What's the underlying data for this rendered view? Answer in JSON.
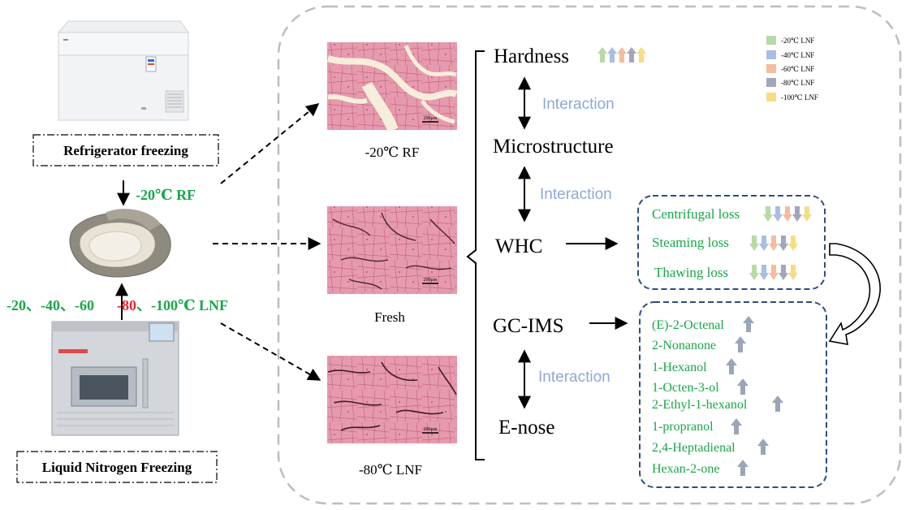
{
  "colors": {
    "green": "#1aa64a",
    "red": "#e8232b",
    "interaction": "#8ea9d6",
    "box_border": "#2f4d7e",
    "dash_gray": "#bdbdbd",
    "arrow_gray": "#9aa5b8"
  },
  "left": {
    "refrigerator_label": "Refrigerator freezing",
    "rf_temp": "-20℃ RF",
    "lnf_green_temps": "-20、-40、-60",
    "lnf_red_temps": "-80",
    "lnf_rest": "、-100℃ LNF",
    "lnf_label": "Liquid Nitrogen Freezing"
  },
  "micrographs": [
    {
      "name": "micrograph-rf",
      "label": "-20℃ RF",
      "scale": "200μm"
    },
    {
      "name": "micrograph-fresh",
      "label": "Fresh",
      "scale": "200μm"
    },
    {
      "name": "micrograph-lnf",
      "label": "-80℃ LNF",
      "scale": "200μm"
    }
  ],
  "center": {
    "hardness": "Hardness",
    "microstructure": "Microstructure",
    "whc": "WHC",
    "gcims": "GC-IMS",
    "enose": "E-nose",
    "interaction_1": "Interaction",
    "interaction_2": "Interaction",
    "interaction_3": "Interaction"
  },
  "legend": [
    {
      "label": "-20℃ LNF",
      "color": "#b6dba6"
    },
    {
      "label": "-40℃ LNF",
      "color": "#a9bde6"
    },
    {
      "label": "-60℃ LNF",
      "color": "#f3bd9e"
    },
    {
      "label": "-80℃ LNF",
      "color": "#a2a6bd"
    },
    {
      "label": "-100℃ LNF",
      "color": "#f8dc80"
    }
  ],
  "whc_items": [
    "Centrifugal loss",
    "Steaming loss",
    "Thawing loss"
  ],
  "volatiles": [
    "(E)-2-Octenal",
    "2-Nonanone",
    "1-Hexanol",
    "1-Octen-3-ol",
    "2-Ethyl-1-hexanol",
    "1-propranol",
    "2,4-Heptadienal",
    "Hexan-2-one"
  ]
}
